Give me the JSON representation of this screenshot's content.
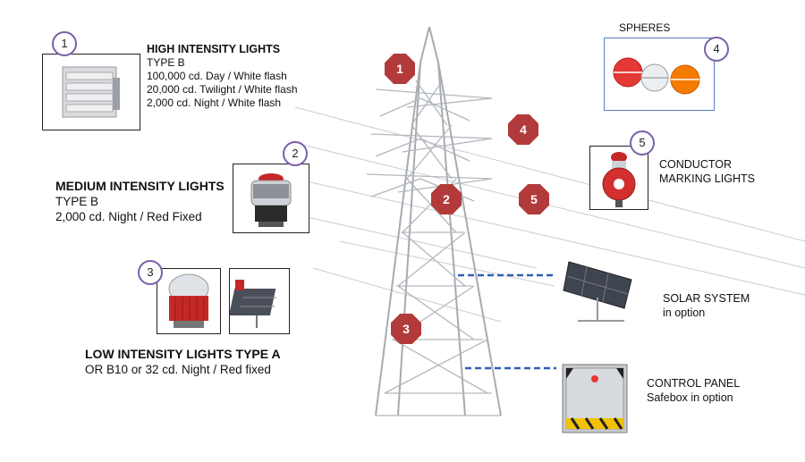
{
  "high": {
    "badge": "1",
    "title": "HIGH INTENSITY LIGHTS",
    "line1": "TYPE B",
    "line2": "100,000 cd. Day / White flash",
    "line3": "20,000 cd. Twilight / White flash",
    "line4": "2,000 cd. Night / White flash"
  },
  "medium": {
    "badge": "2",
    "title": "MEDIUM INTENSITY LIGHTS",
    "line1": "TYPE B",
    "line2": "2,000 cd. Night / Red Fixed"
  },
  "low": {
    "badge": "3",
    "title": "LOW INTENSITY LIGHTS TYPE A",
    "line1": "OR B10 or 32 cd. Night / Red fixed"
  },
  "spheres": {
    "badge": "4",
    "title": "SPHERES"
  },
  "conductor": {
    "badge": "5",
    "line1": "CONDUCTOR",
    "line2": "MARKING LIGHTS"
  },
  "solar": {
    "line1": "SOLAR SYSTEM",
    "line2": "in option"
  },
  "control": {
    "line1": "CONTROL PANEL",
    "line2": "Safebox in option"
  },
  "tower_markers": [
    "1",
    "2",
    "3",
    "4",
    "5"
  ],
  "colors": {
    "marker": "#b23a3a",
    "badge_border": "#7a5fa8",
    "dash": "#2f5fb0",
    "sphere_box": "#5b7fc0"
  }
}
